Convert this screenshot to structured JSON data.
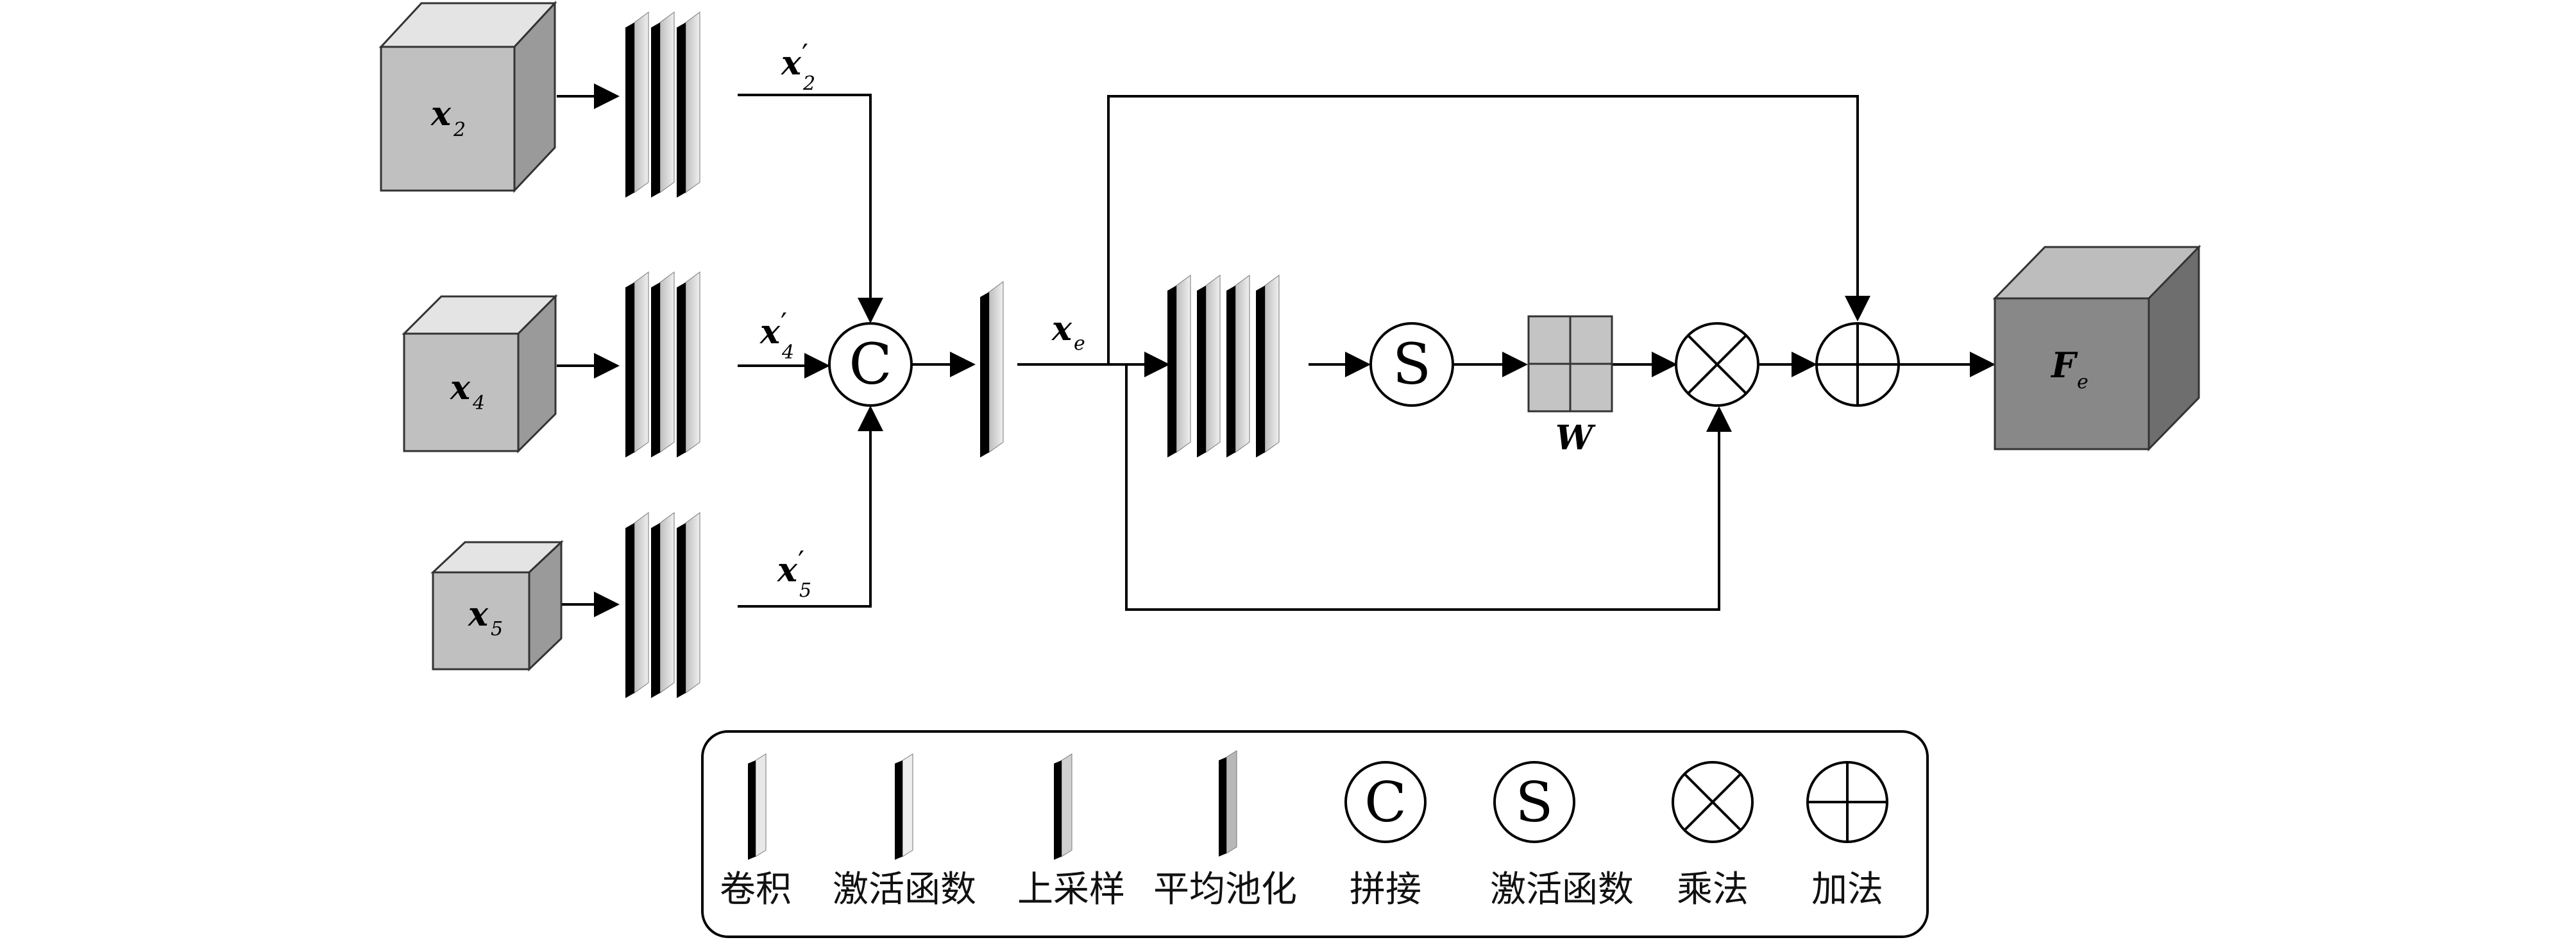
{
  "inputs": {
    "x2": {
      "base": "x",
      "sub": "2"
    },
    "x4": {
      "base": "x",
      "sub": "4"
    },
    "x5": {
      "base": "x",
      "sub": "5"
    }
  },
  "edges": {
    "x2p": {
      "base": "x",
      "prime": "′",
      "sub": "2"
    },
    "x4p": {
      "base": "x",
      "prime": "′",
      "sub": "4"
    },
    "x5p": {
      "base": "x",
      "prime": "′",
      "sub": "5"
    },
    "xe": {
      "base": "x",
      "sub": "e"
    }
  },
  "nodes": {
    "concat_symbol": "C",
    "sigmoid_symbol": "S",
    "weight_label": "W"
  },
  "output": {
    "base": "F",
    "sub": "e"
  },
  "legend": {
    "conv": "卷积",
    "activation": "激活函数",
    "upsample": "上采样",
    "avgpool": "平均池化",
    "concat": "拼接",
    "concat_symbol": "C",
    "sigmoid": "激活函数",
    "sigmoid_symbol": "S",
    "multiply": "乘法",
    "add": "加法"
  },
  "colors": {
    "cube_light_front": "#c0c0c0",
    "cube_dark_front": "#888888",
    "layer_face": "#e2e2e2",
    "layer_edge": "#000000"
  }
}
